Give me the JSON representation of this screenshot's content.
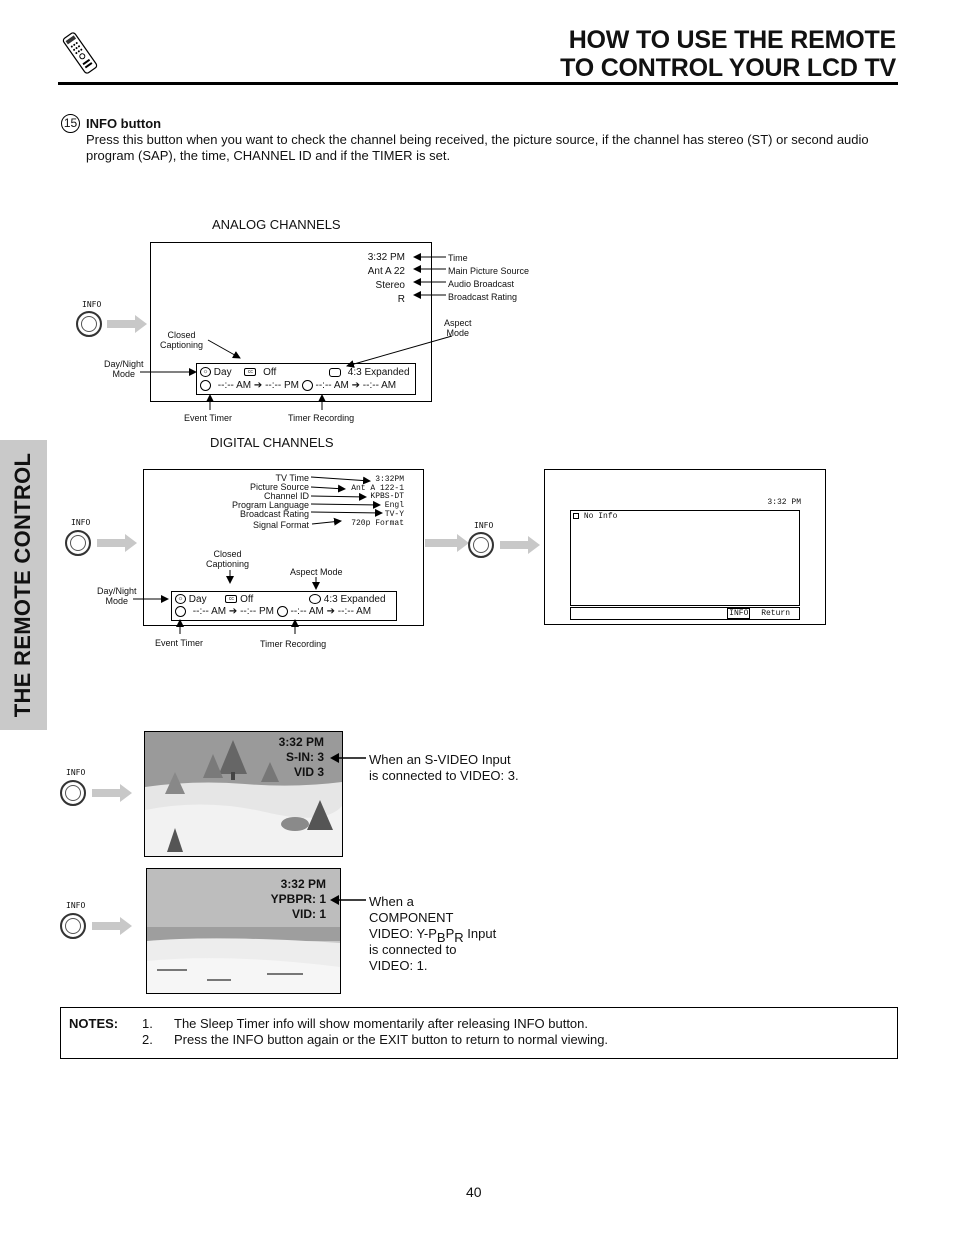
{
  "header": {
    "title_line1": "HOW TO USE THE REMOTE",
    "title_line2": "TO CONTROL YOUR LCD TV",
    "side_tab": "THE REMOTE CONTROL"
  },
  "intro": {
    "number": "15",
    "heading": "INFO button",
    "body": "Press this button when you want to check the channel being received, the picture source, if the channel has stereo (ST) or second audio program (SAP), the time, CHANNEL ID and if the TIMER is set."
  },
  "analog": {
    "heading": "ANALOG CHANNELS",
    "info_label": "INFO",
    "screen": {
      "time": "3:32 PM",
      "source": "Ant  A  22",
      "audio": "Stereo",
      "rating": "R"
    },
    "callouts": {
      "time": "Time",
      "source": "Main Picture Source",
      "audio": "Audio Broadcast",
      "rating": "Broadcast Rating",
      "aspect": "Aspect\nMode",
      "cc": "Closed\nCaptioning",
      "daynight": "Day/Night\nMode",
      "event": "Event Timer",
      "rec": "Timer Recording"
    },
    "bar": {
      "day": "Day",
      "cc": "Off",
      "aspect": "4:3 Expanded",
      "t1": "--:-- AM",
      "t2": "--:-- PM",
      "t3": "--:-- AM",
      "t4": "--:-- AM"
    }
  },
  "digital": {
    "heading": "DIGITAL CHANNELS",
    "info_label": "INFO",
    "labels": {
      "tv_time": "TV Time",
      "source": "Picture Source",
      "channel_id": "Channel ID",
      "language": "Program Language",
      "rating": "Broadcast Rating",
      "format": "Signal Format",
      "cc": "Closed\nCaptioning",
      "aspect": "Aspect Mode",
      "daynight": "Day/Night\nMode",
      "event": "Event Timer",
      "rec": "Timer Recording"
    },
    "values": {
      "time": "3:32PM",
      "source": "Ant A 122-1",
      "channel_id": "KPBS-DT",
      "language": "Engl",
      "rating": "TV-Y",
      "format": "720p Format"
    },
    "bar": {
      "day": "Day",
      "cc": "Off",
      "aspect": "4:3 Expanded",
      "t1": "--:-- AM",
      "t2": "--:-- PM",
      "t3": "--:-- AM",
      "t4": "--:-- AM"
    }
  },
  "noinfo": {
    "info_label": "INFO",
    "time": "3:32 PM",
    "message": "No Info",
    "footer_key": "INFO",
    "footer_action": "Return"
  },
  "svideo": {
    "info_label": "INFO",
    "line1": "3:32 PM",
    "line2": "S-IN: 3",
    "line3": "VID 3",
    "caption": "When an S-VIDEO Input is connected to VIDEO: 3."
  },
  "component": {
    "info_label": "INFO",
    "line1": "3:32 PM",
    "line2": "YPBPR: 1",
    "line3": "VID: 1",
    "cap1": "When a",
    "cap2": "COMPONENT",
    "cap3a": "VIDEO: Y-P",
    "cap3b": "B",
    "cap3c": "P",
    "cap3d": "R",
    "cap3e": " Input",
    "cap4": "is connected to",
    "cap5": "VIDEO: 1."
  },
  "notes": {
    "label": "NOTES:",
    "n1_num": "1.",
    "n1": "The Sleep Timer info will show momentarily after releasing INFO button.",
    "n2_num": "2.",
    "n2": "Press the INFO button again or the EXIT button to return to normal viewing."
  },
  "page_number": "40"
}
